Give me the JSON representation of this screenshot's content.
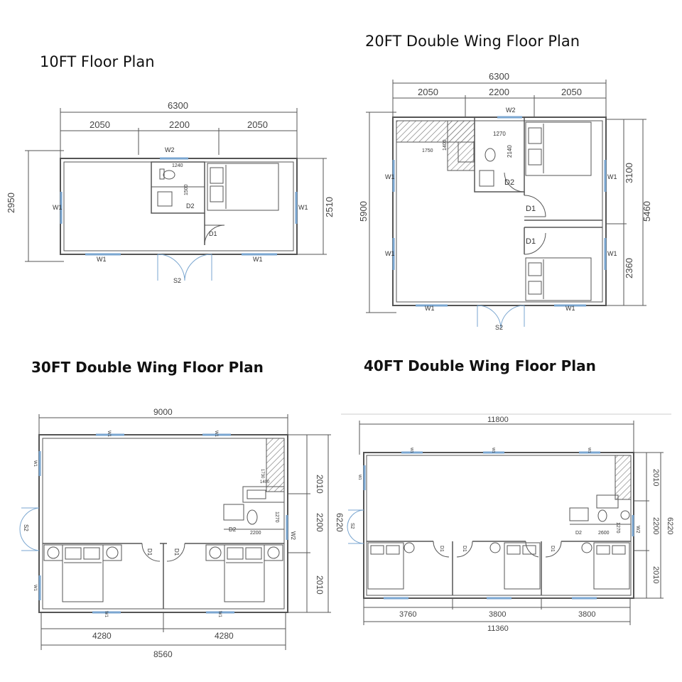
{
  "titles": {
    "plan10": "10FT Floor Plan",
    "plan20": "20FT Double Wing Floor Plan",
    "plan30": "30FT Double Wing Floor Plan",
    "plan40": "40FT Double Wing Floor Plan"
  },
  "plan10": {
    "total": "6300",
    "seg1": "2050",
    "seg2": "2200",
    "seg3": "2050",
    "height_left": "2950",
    "height_right": "2510",
    "bath_w": "1240",
    "bath_h": "1500",
    "w1": "W1",
    "w2": "W2",
    "d1": "D1",
    "d2": "D2",
    "s2": "S2"
  },
  "plan20": {
    "total": "6300",
    "seg1": "2050",
    "seg2": "2200",
    "seg3": "2050",
    "height_left": "5900",
    "height_right": "5460",
    "right_upper": "3100",
    "right_lower": "2360",
    "kitchen_len": "1750",
    "kitchen_h": "1400",
    "bath_w": "1270",
    "bath_h": "2140",
    "w1": "W1",
    "w2": "W2",
    "d1": "D1",
    "d2": "D2",
    "s2": "S2"
  },
  "plan30": {
    "total": "9000",
    "bottom_seg1": "4280",
    "bottom_seg2": "4280",
    "bottom_total": "8560",
    "height_total": "6220",
    "h_upper": "2010",
    "h_mid": "2200",
    "h_lower": "2010",
    "kitchen_len": "1730",
    "kitchen_h": "1400",
    "bath_w": "2200",
    "bath_h": "1270",
    "w1": "W1",
    "w2": "W2",
    "d1": "D1",
    "d2": "D2",
    "s2": "S2"
  },
  "plan40": {
    "total": "11800",
    "bottom_seg1": "3760",
    "bottom_seg2": "3800",
    "bottom_seg3": "3800",
    "bottom_total": "11360",
    "height_total": "6220",
    "h_upper": "2010",
    "h_mid": "2200",
    "h_lower": "2010",
    "bath_w": "2600",
    "bath_h": "1270",
    "w1": "W1",
    "w2": "W2",
    "d1": "D1",
    "d2": "D2",
    "s2": "S2"
  },
  "colors": {
    "wall": "#555555",
    "window": "#7aa6d0",
    "hatch": "#777777"
  }
}
